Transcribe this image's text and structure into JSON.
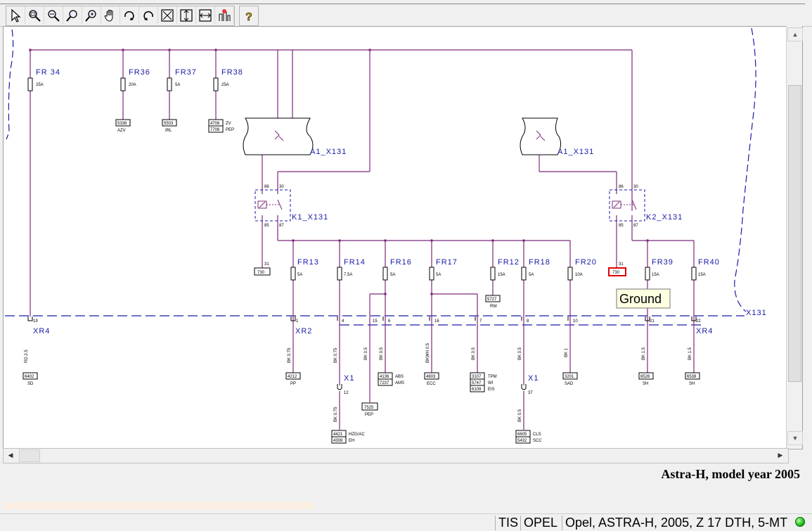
{
  "toolbar": {
    "tools": [
      {
        "name": "select-arrow-icon"
      },
      {
        "name": "zoom-window-icon"
      },
      {
        "name": "zoom-out-icon"
      },
      {
        "name": "zoom-icon"
      },
      {
        "name": "zoom-previous-icon"
      },
      {
        "name": "pan-hand-icon"
      },
      {
        "name": "rotate-right-icon"
      },
      {
        "name": "rotate-left-icon"
      },
      {
        "name": "fit-page-icon"
      },
      {
        "name": "fit-height-icon"
      },
      {
        "name": "fit-width-icon"
      },
      {
        "name": "highlight-icon"
      }
    ],
    "help": "help-icon"
  },
  "diagram": {
    "fuses_top": [
      {
        "name": "FR 34",
        "rating": "25A",
        "code": ""
      },
      {
        "name": "FR36",
        "rating": "20A",
        "code": "5336",
        "func": "AZV"
      },
      {
        "name": "FR37",
        "rating": "5A",
        "code": "5503",
        "func": "IRL"
      },
      {
        "name": "FR38",
        "rating": "25A",
        "code": "4706",
        "func": "ZV",
        "code2": "7706",
        "func2": "PEP"
      }
    ],
    "module_left": "A1_X131",
    "module_right": "A1_X131",
    "relay_left": "K1_X131",
    "relay_right": "K2_X131",
    "relay_pins": {
      "p86": "86",
      "p30": "30",
      "p85": "85",
      "p87": "87",
      "p31": "31"
    },
    "ground_code_left": "730",
    "ground_code_right": "730",
    "fuses_mid": [
      {
        "name": "FR13",
        "rating": "5A"
      },
      {
        "name": "FR14",
        "rating": "7.5A"
      },
      {
        "name": "FR16",
        "rating": "5A"
      },
      {
        "name": "FR17",
        "rating": "5A"
      },
      {
        "name": "FR12",
        "rating": "15A",
        "code": "5727",
        "func": "RW"
      },
      {
        "name": "FR18",
        "rating": "5A"
      },
      {
        "name": "FR20",
        "rating": "10A"
      },
      {
        "name": "FR39",
        "rating": "15A"
      },
      {
        "name": "FR40",
        "rating": "15A"
      }
    ],
    "tooltip": "Ground",
    "connector_x131": "X131",
    "connectors": {
      "xr4_left": "XR4",
      "xr2": "XR2",
      "xr4_right": "XR4",
      "x1_a": "X1",
      "x1_b": "X1"
    },
    "pins": {
      "p19": "19",
      "p1": "1",
      "p4": "4",
      "p15": "15",
      "p6": "6",
      "p16": "16",
      "p7": "7",
      "p8": "8",
      "p10": "10",
      "p21": "21",
      "p22": "22",
      "p12": "12",
      "p37": "37"
    },
    "wires": {
      "w1": "RD 2.5",
      "w2": "BK 0.75",
      "w3": "BK 0.75",
      "w4": "BK 0.5",
      "w5": "BK 0.5",
      "w6": "BKWH 0.5",
      "w7": "BK 0.5",
      "w8": "BK 0.5",
      "w9": "BK 1",
      "w10": "BK 1.5",
      "w11": "BK 1.5",
      "w12": "BK 0.75",
      "w13": "BK 0.5"
    },
    "bottom_boxes": {
      "b6402": "6402",
      "bSD": "SD",
      "b4212": "4212",
      "bPP": "PP",
      "b4136": "4136",
      "bABS": "ABS",
      "b7237": "7237",
      "bAMS": "AMS",
      "b4603": "4603",
      "bECC": "ECC",
      "b3107": "3107",
      "bTPM": "TPM",
      "b5747": "5747",
      "bWI": "WI",
      "b6109": "6109",
      "bEIS": "EIS",
      "b3201": "3201",
      "bSAD": "SAD",
      "b6526": "6526",
      "bSH1": "SH",
      "b6538": "6538",
      "bSH2": "SH",
      "b7525": "7525",
      "bPEP": "PEP",
      "b4421": "4421",
      "bHZG": "HZG/AC",
      "b4308": "4308",
      "bEH": "EH",
      "b6605": "6605",
      "bCLS": "CLS",
      "b5432": "5432",
      "bSCC": "SCC"
    },
    "colors": {
      "wire": "#7b2a7b",
      "label": "#1a1aa8",
      "dash": "#1a1aa8",
      "highlight": "#e00000"
    }
  },
  "caption": "Astra-H, model year 2005",
  "status": {
    "tis": "TIS",
    "brand": "OPEL",
    "vehicle": "Opel, ASTRA-H, 2005, Z 17 DTH, 5-MT"
  }
}
